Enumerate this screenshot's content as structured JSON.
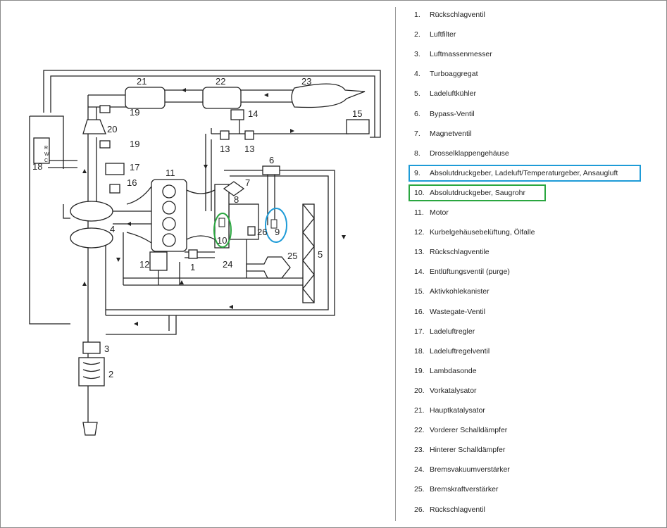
{
  "diagram": {
    "component_numbers": [
      "1",
      "2",
      "3",
      "4",
      "5",
      "6",
      "7",
      "8",
      "9",
      "10",
      "11",
      "12",
      "13",
      "14",
      "15",
      "16",
      "17",
      "18",
      "19",
      "20",
      "21",
      "22",
      "23",
      "24",
      "25",
      "26"
    ],
    "valve_18_letters": [
      "R",
      "W",
      "C"
    ]
  },
  "legend": [
    {
      "num": "1.",
      "text": "Rückschlagventil"
    },
    {
      "num": "2.",
      "text": "Luftfilter"
    },
    {
      "num": "3.",
      "text": "Luftmassenmesser"
    },
    {
      "num": "4.",
      "text": "Turboaggregat"
    },
    {
      "num": "5.",
      "text": "Ladeluftkühler"
    },
    {
      "num": "6.",
      "text": "Bypass-Ventil"
    },
    {
      "num": "7.",
      "text": "Magnetventil"
    },
    {
      "num": "8.",
      "text": "Drosselklappengehäuse"
    },
    {
      "num": "9.",
      "text": "Absolutdruckgeber, Ladeluft/Temperaturgeber, Ansaugluft"
    },
    {
      "num": "10.",
      "text": "Absolutdruckgeber, Saugrohr"
    },
    {
      "num": "11.",
      "text": "Motor"
    },
    {
      "num": "12.",
      "text": "Kurbelgehäusebelüftung, Ölfalle"
    },
    {
      "num": "13.",
      "text": "Rückschlagventile"
    },
    {
      "num": "14.",
      "text": "Entlüftungsventil (purge)"
    },
    {
      "num": "15.",
      "text": "Aktivkohlekanister"
    },
    {
      "num": "16.",
      "text": "Wastegate-Ventil"
    },
    {
      "num": "17.",
      "text": "Ladeluftregler"
    },
    {
      "num": "18.",
      "text": "Ladeluftregelventil"
    },
    {
      "num": "19.",
      "text": "Lambdasonde"
    },
    {
      "num": "20.",
      "text": "Vorkatalysator"
    },
    {
      "num": "21.",
      "text": "Hauptkatalysator"
    },
    {
      "num": "22.",
      "text": "Vorderer Schalldämpfer"
    },
    {
      "num": "23.",
      "text": "Hinterer Schalldämpfer"
    },
    {
      "num": "24.",
      "text": "Bremsvakuumverstärker"
    },
    {
      "num": "25.",
      "text": "Bremskraftverstärker"
    },
    {
      "num": "26.",
      "text": "Rückschlagventil"
    }
  ],
  "highlight_colors": {
    "blue": "#1e9bd7",
    "green": "#2aa640"
  }
}
